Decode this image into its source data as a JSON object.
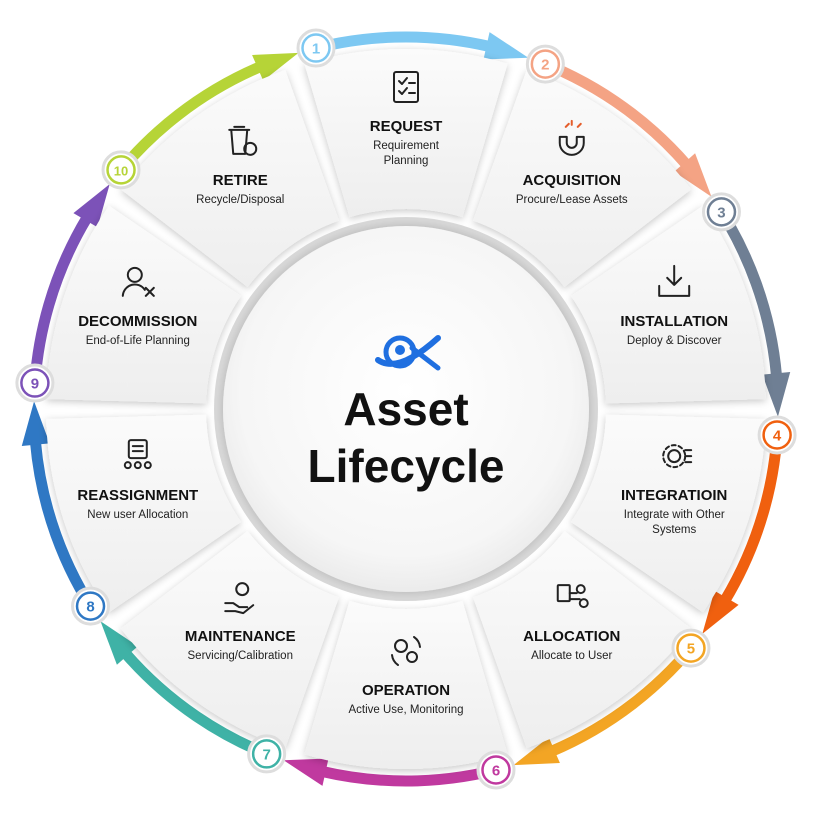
{
  "center": {
    "title_line1": "Asset",
    "title_line2": "Lifecycle",
    "logo_icon": "eye-swoosh-logo-icon",
    "logo_color": "#1f6fe0"
  },
  "stages": [
    {
      "number": "1",
      "title": "REQUEST",
      "subtitle_lines": [
        "Requirement",
        "Planning"
      ],
      "icon": "checklist-icon",
      "color": "#7dc8f2"
    },
    {
      "number": "2",
      "title": "ACQUISITION",
      "subtitle_lines": [
        "Procure/Lease Assets"
      ],
      "icon": "magnet-icon",
      "color": "#f4a384"
    },
    {
      "number": "3",
      "title": "INSTALLATION",
      "subtitle_lines": [
        "Deploy & Discover"
      ],
      "icon": "download-tray-icon",
      "color": "#6f7f94"
    },
    {
      "number": "4",
      "title": "INTEGRATIOIN",
      "subtitle_lines": [
        "Integrate with Other",
        "Systems"
      ],
      "icon": "chip-gear-icon",
      "color": "#f0600f"
    },
    {
      "number": "5",
      "title": "ALLOCATION",
      "subtitle_lines": [
        "Allocate to User"
      ],
      "icon": "user-network-icon",
      "color": "#f3a524"
    },
    {
      "number": "6",
      "title": "OPERATION",
      "subtitle_lines": [
        "Active Use, Monitoring"
      ],
      "icon": "cycle-gears-icon",
      "color": "#c0399f"
    },
    {
      "number": "7",
      "title": "MAINTENANCE",
      "subtitle_lines": [
        "Servicing/Calibration"
      ],
      "icon": "hand-gear-icon",
      "color": "#3fb2a6"
    },
    {
      "number": "8",
      "title": "REASSIGNMENT",
      "subtitle_lines": [
        "New user Allocation"
      ],
      "icon": "clipboard-team-icon",
      "color": "#2f78c4"
    },
    {
      "number": "9",
      "title": "DECOMMISSION",
      "subtitle_lines": [
        "End-of-Life Planning"
      ],
      "icon": "user-remove-icon",
      "color": "#7c52b8"
    },
    {
      "number": "10",
      "title": "RETIRE",
      "subtitle_lines": [
        "Recycle/Disposal"
      ],
      "icon": "trash-gear-icon",
      "color": "#b6d437"
    }
  ]
}
